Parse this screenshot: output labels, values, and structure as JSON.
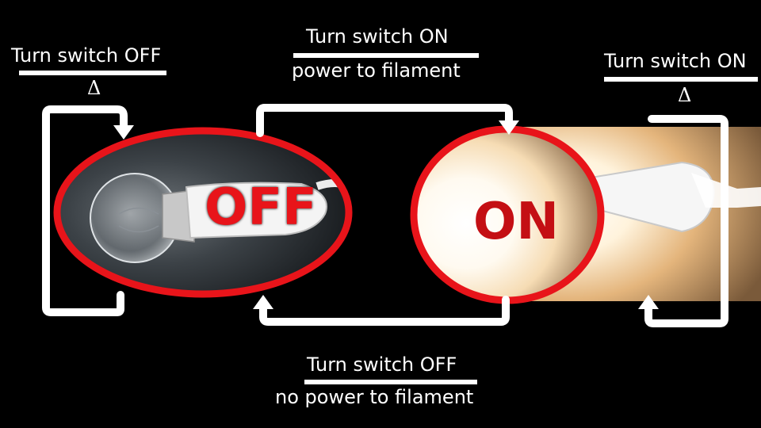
{
  "top_left": {
    "action": "Turn switch OFF",
    "symbol": "Δ"
  },
  "top_center": {
    "action": "Turn switch ON",
    "detail": "power to filament"
  },
  "top_right": {
    "action": "Turn switch ON",
    "symbol": "Δ"
  },
  "bottom_center": {
    "action": "Turn switch OFF",
    "detail": "no power to filament"
  },
  "states": {
    "off_label": "OFF",
    "on_label": "ON"
  },
  "colors": {
    "background": "#000000",
    "outline": "#e8141a",
    "arrow": "#ffffff",
    "off_text": "#e8141a",
    "on_text": "#c40f14"
  }
}
